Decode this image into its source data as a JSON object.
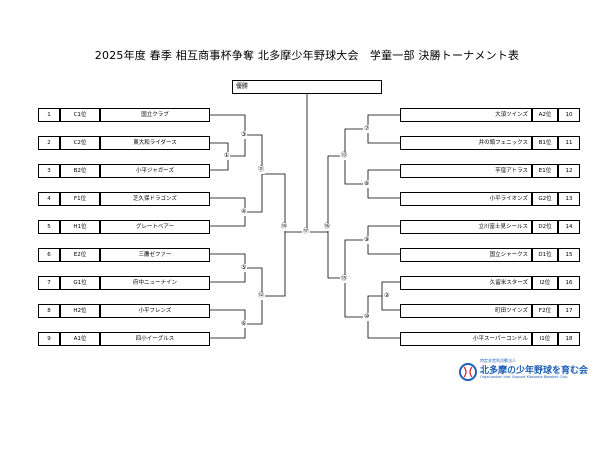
{
  "title": "2025年度 春季 相互商事杯争奪 北多摩少年野球大会　学童一部 決勝トーナメント表",
  "winner_label": "優勝",
  "left_teams": [
    {
      "no": "1",
      "seed": "C1位",
      "team": "国立クラブ"
    },
    {
      "no": "2",
      "seed": "C2位",
      "team": "東大和ライダース"
    },
    {
      "no": "3",
      "seed": "B2位",
      "team": "小平ジャガーズ"
    },
    {
      "no": "4",
      "seed": "F1位",
      "team": "芝久保ドラゴンズ"
    },
    {
      "no": "5",
      "seed": "H1位",
      "team": "グレートベアー"
    },
    {
      "no": "6",
      "seed": "E2位",
      "team": "三鷹ゼファー"
    },
    {
      "no": "7",
      "seed": "G1位",
      "team": "府中ニューナイン"
    },
    {
      "no": "8",
      "seed": "H2位",
      "team": "小平フレンズ"
    },
    {
      "no": "9",
      "seed": "A1位",
      "team": "四小イーグルス"
    }
  ],
  "right_teams": [
    {
      "no": "10",
      "seed": "A2位",
      "team": "大須ツインズ"
    },
    {
      "no": "11",
      "seed": "B1位",
      "team": "井の頭フェニックス"
    },
    {
      "no": "12",
      "seed": "E1位",
      "team": "芋窪アトラス"
    },
    {
      "no": "13",
      "seed": "G2位",
      "team": "小平ライオンズ"
    },
    {
      "no": "14",
      "seed": "D2位",
      "team": "立川富士見シールス"
    },
    {
      "no": "15",
      "seed": "D1位",
      "team": "国立シャークス"
    },
    {
      "no": "16",
      "seed": "I2位",
      "team": "久留米スターズ"
    },
    {
      "no": "17",
      "seed": "F2位",
      "team": "町田ツインズ"
    },
    {
      "no": "18",
      "seed": "I1位",
      "team": "小平スーパーコンドル"
    }
  ],
  "match_numbers": [
    "①",
    "②",
    "③",
    "④",
    "⑤",
    "⑥",
    "⑦",
    "⑧",
    "⑨",
    "⑩",
    "⑪",
    "⑫",
    "⑬",
    "⑭",
    "⑮",
    "⑯",
    "⑰"
  ],
  "logo": {
    "top_text": "特定非営利活動法人",
    "main_text": "北多摩の少年野球を育む会",
    "sub_text": "Organization that Support Kitatama Baseball Club",
    "accent": "#1d5fb4",
    "secondary": "#d9262c"
  }
}
